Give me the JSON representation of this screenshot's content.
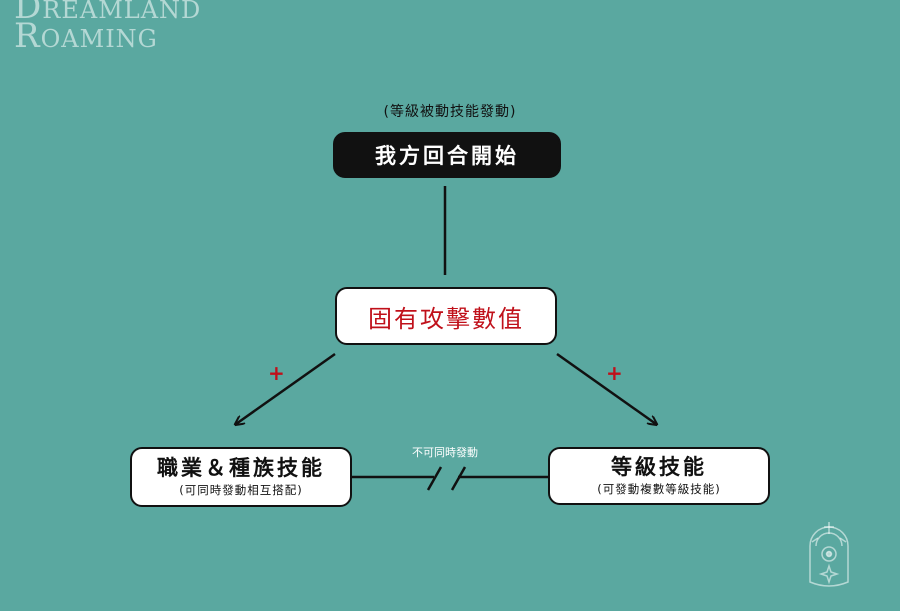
{
  "brand": {
    "line1_cap": "D",
    "line1_rest": "REAMLAND",
    "line2_cap": "R",
    "line2_rest": "OAMING"
  },
  "start": {
    "caption": "(等級被動技能發動)",
    "label": "我方回合開始"
  },
  "center": {
    "label": "固有攻擊數值"
  },
  "left_node": {
    "title": "職業＆種族技能",
    "subtitle": "(可同時發動相互搭配)"
  },
  "right_node": {
    "title": "等級技能",
    "subtitle": "(可發動複數等級技能)"
  },
  "connector": {
    "plus_left": "+",
    "plus_right": "+",
    "exclusive_note": "不可同時發動"
  },
  "colors": {
    "background": "#5aa8a0",
    "accent_red": "#c0101a",
    "dark": "#111111"
  },
  "icons": {
    "emblem": "dreamland-emblem-icon"
  }
}
